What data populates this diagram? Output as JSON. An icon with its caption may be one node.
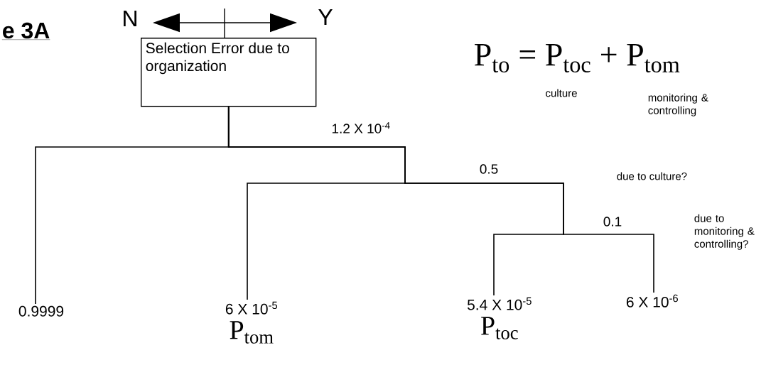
{
  "diagram": {
    "title": "e 3A",
    "nodes": [
      {
        "text": [
          "Selection Error due to organization"
        ]
      },
      {
        "text": [
          "0.9999"
        ]
      },
      {
        "text": [
          "6  X 10$^{-5}$"
        ],
        "beside": [
          "P$_{tom}$"
        ]
      },
      {
        "text": [
          "5.4 X 10$^{-5}$"
        ],
        "beside": [
          "P$_{toc}$"
        ]
      },
      {
        "text": [
          "6 X 10$^{-6}$"
        ]
      }
    ],
    "edges": [
      {
        "from": 0,
        "to": 1,
        "arrow": "none"
      },
      {
        "from": 0,
        "to": 2,
        "arrow": "none"
      },
      {
        "from": 0,
        "to": 3,
        "arrow": "none"
      },
      {
        "from": 0,
        "to": 4,
        "arrow": "none"
      }
    ],
    "labels": [
      "N",
      "Y",
      "P$_{to}$ = P$_{toc}$ + P$_{tom}$",
      "culture",
      "monitoring & controlling",
      "1.2 X 10$^{-4}$",
      "0.5",
      "due to culture?",
      "0.1",
      "due to monitoring & controlling?"
    ]
  }
}
